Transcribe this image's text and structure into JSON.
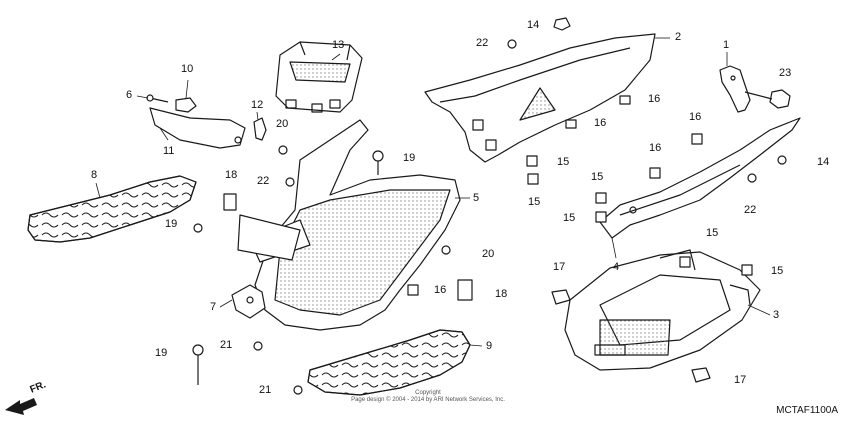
{
  "diagram_code": "MCTAF1100A",
  "copyright_lines": [
    "Copyright",
    "Page design © 2004 - 2014 by ARI Network Services, Inc."
  ],
  "direction_label": "FR.",
  "colors": {
    "line": "#1a1a1a",
    "fill": "#ffffff",
    "shade": "#9a9a9a"
  },
  "callouts": [
    {
      "id": "c1",
      "text": "1"
    },
    {
      "id": "c2",
      "text": "2"
    },
    {
      "id": "c3",
      "text": "3"
    },
    {
      "id": "c4",
      "text": "4"
    },
    {
      "id": "c5",
      "text": "5"
    },
    {
      "id": "c6",
      "text": "6"
    },
    {
      "id": "c7",
      "text": "7"
    },
    {
      "id": "c8",
      "text": "8"
    },
    {
      "id": "c9",
      "text": "9"
    },
    {
      "id": "c10",
      "text": "10"
    },
    {
      "id": "c11",
      "text": "11"
    },
    {
      "id": "c12",
      "text": "12"
    },
    {
      "id": "c13",
      "text": "13"
    },
    {
      "id": "c14a",
      "text": "14"
    },
    {
      "id": "c14b",
      "text": "14"
    },
    {
      "id": "c15a",
      "text": "15"
    },
    {
      "id": "c15b",
      "text": "15"
    },
    {
      "id": "c15c",
      "text": "15"
    },
    {
      "id": "c15d",
      "text": "15"
    },
    {
      "id": "c15e",
      "text": "15"
    },
    {
      "id": "c15f",
      "text": "15"
    },
    {
      "id": "c16a",
      "text": "16"
    },
    {
      "id": "c16b",
      "text": "16"
    },
    {
      "id": "c16c",
      "text": "16"
    },
    {
      "id": "c16d",
      "text": "16"
    },
    {
      "id": "c16e",
      "text": "16"
    },
    {
      "id": "c17a",
      "text": "17"
    },
    {
      "id": "c17b",
      "text": "17"
    },
    {
      "id": "c18a",
      "text": "18"
    },
    {
      "id": "c18b",
      "text": "18"
    },
    {
      "id": "c19a",
      "text": "19"
    },
    {
      "id": "c19b",
      "text": "19"
    },
    {
      "id": "c19c",
      "text": "19"
    },
    {
      "id": "c20a",
      "text": "20"
    },
    {
      "id": "c20b",
      "text": "20"
    },
    {
      "id": "c21a",
      "text": "21"
    },
    {
      "id": "c21b",
      "text": "21"
    },
    {
      "id": "c22a",
      "text": "22"
    },
    {
      "id": "c22b",
      "text": "22"
    },
    {
      "id": "c22c",
      "text": "22"
    },
    {
      "id": "c23",
      "text": "23"
    }
  ]
}
